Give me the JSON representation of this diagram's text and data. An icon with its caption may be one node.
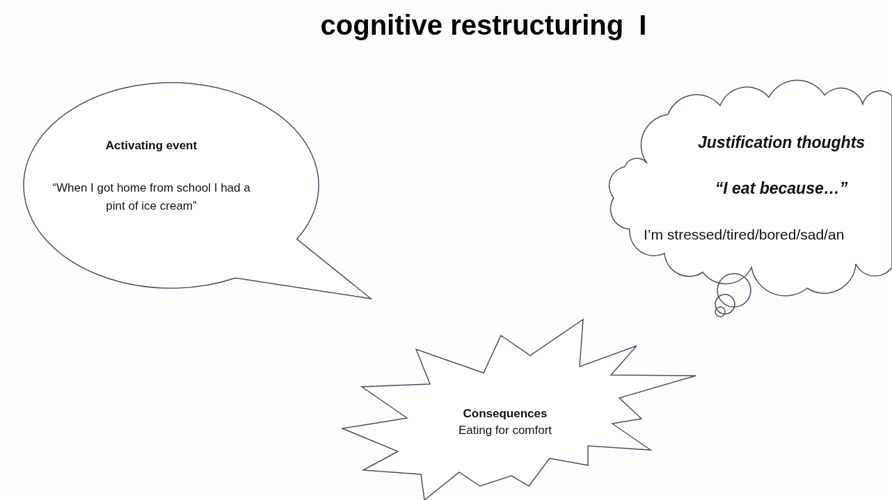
{
  "diagram": {
    "title": "cognitive restructuring  I",
    "nodes": [
      {
        "text": [
          "Activating event",
          "“When I got home from school I had a pint of ice cream”"
        ]
      },
      {
        "text": [
          "Justification thoughts",
          "“I eat because…”",
          "I’m stressed/tired/bored/sad/an"
        ]
      },
      {
        "text": [
          "Consequences",
          "Eating for comfort"
        ]
      }
    ]
  }
}
